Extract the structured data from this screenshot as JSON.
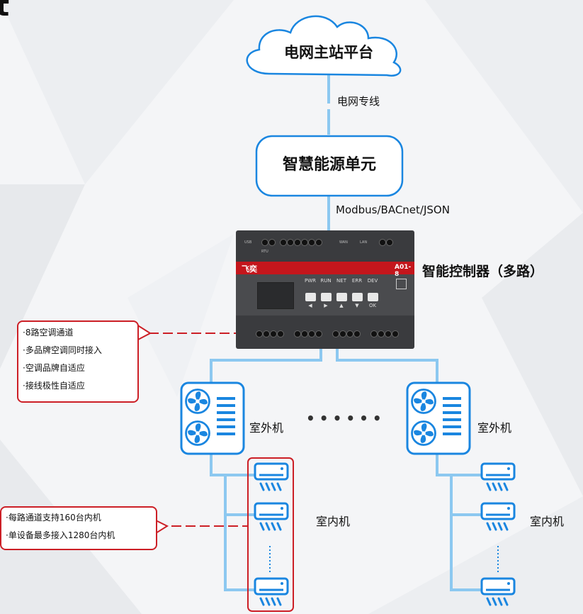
{
  "corner_text": "t",
  "nodes": {
    "cloud": "电网主站平台",
    "unit": "智慧能源单元",
    "controller": "智能控制器（多路）",
    "outdoor_left": "室外机",
    "outdoor_right": "室外机",
    "indoor_left": "室内机",
    "indoor_right": "室内机",
    "ellipsis": "••••••"
  },
  "links": {
    "grid_line": "电网专线",
    "protocols": "Modbus/BACnet/JSON"
  },
  "device": {
    "brand": "飞奕",
    "model": "A01-8",
    "top_labels": [
      "USB",
      "RTU",
      "WAN",
      "LAN"
    ],
    "indicators": [
      "PWR",
      "RUN",
      "NET",
      "ERR",
      "DEV"
    ],
    "button_glyphs": [
      "◀",
      "▶",
      "▲",
      "▼",
      "OK"
    ]
  },
  "callouts": {
    "controller_features": [
      "·8路空调通道",
      "·多品牌空调同时接入",
      "·空调品牌自适应",
      "·接线极性自适应"
    ],
    "indoor_features": [
      "·每路通道支持160台内机",
      "·单设备最多接入1280台内机"
    ]
  },
  "colors": {
    "line_blue": "#8cc8f0",
    "icon_blue": "#1a86e0",
    "callout_red": "#cc1f26",
    "device_red": "#c4161c"
  },
  "icons": [
    "cloud-icon",
    "fan-icon",
    "ac-indoor-icon"
  ]
}
